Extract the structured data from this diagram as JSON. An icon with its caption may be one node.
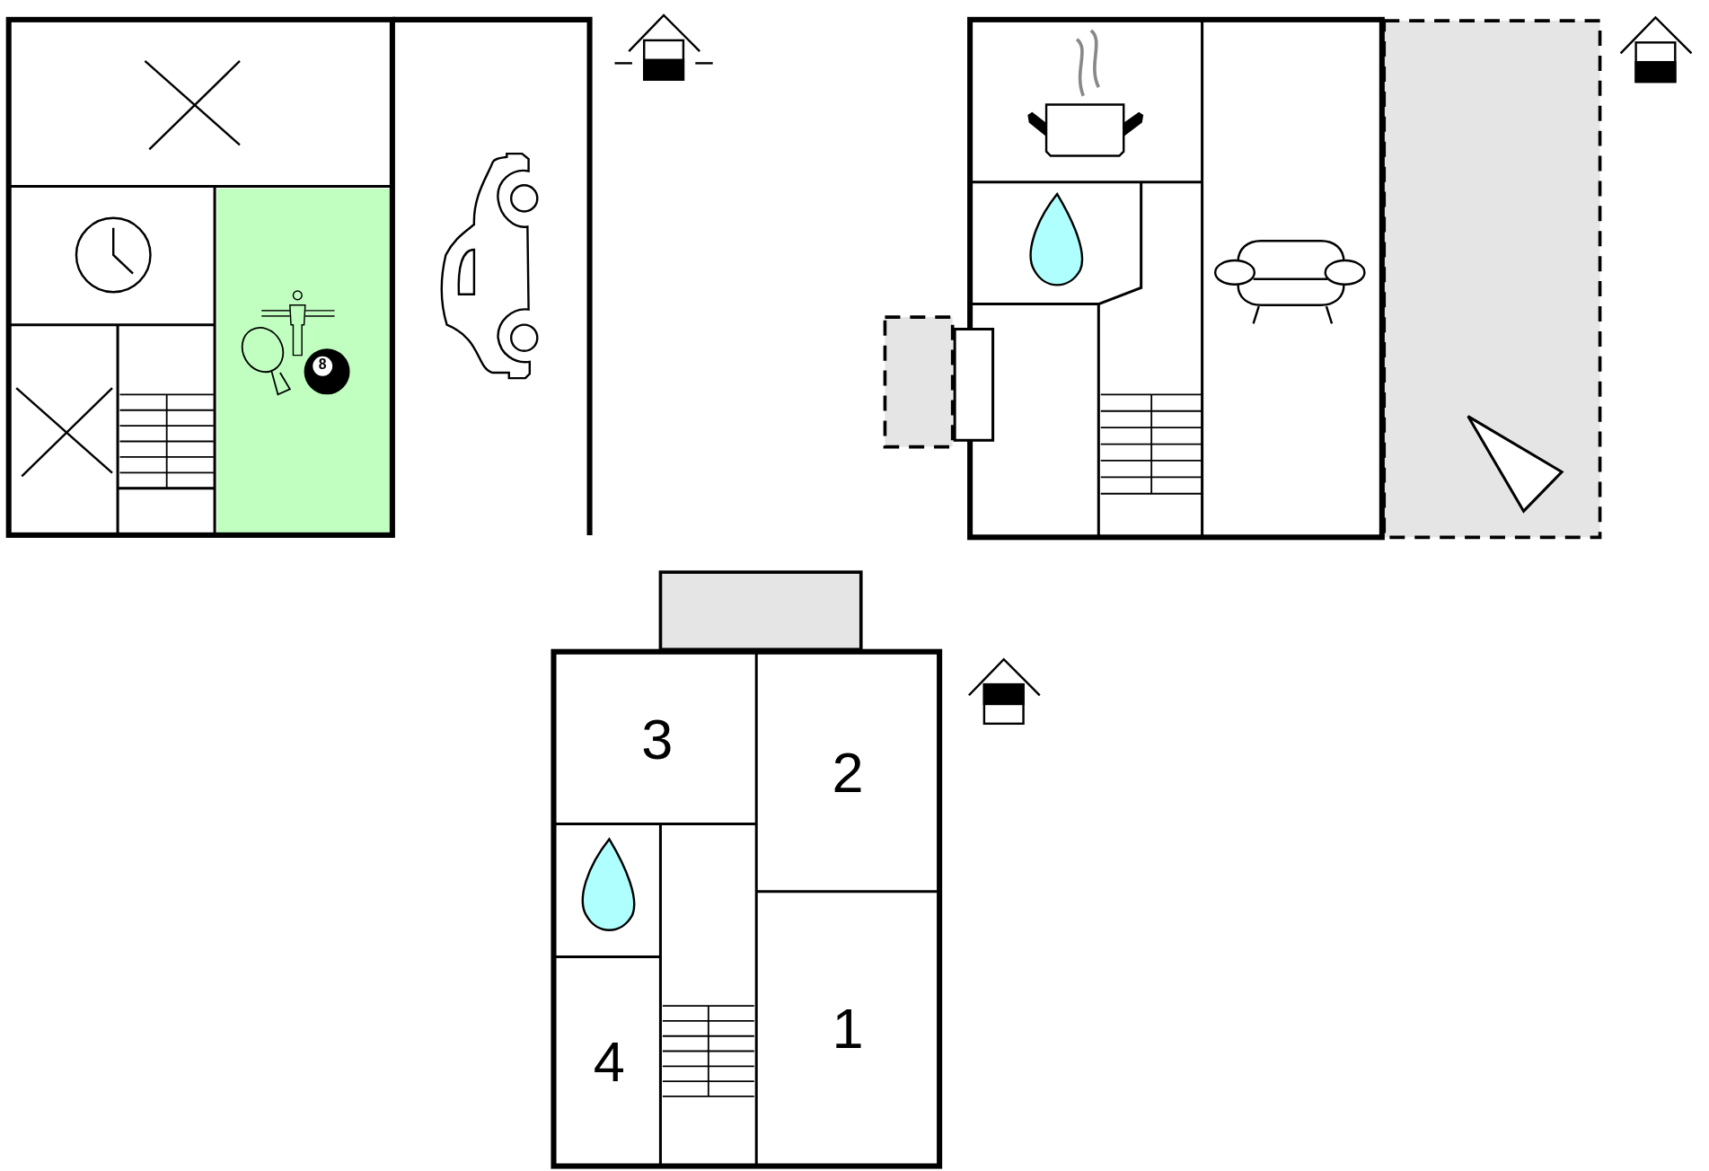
{
  "diagram": {
    "nodes": [
      {
        "text": [
          "3"
        ]
      },
      {
        "text": [
          "2"
        ]
      },
      {
        "text": [
          "1"
        ]
      },
      {
        "text": [
          "4"
        ]
      },
      {
        "text": [],
        "shape": "box"
      },
      {
        "text": [],
        "shape": "box"
      },
      {
        "text": [],
        "shape": "triangle"
      },
      {
        "text": [],
        "shape": "box"
      }
    ],
    "labels": [
      "8"
    ]
  }
}
